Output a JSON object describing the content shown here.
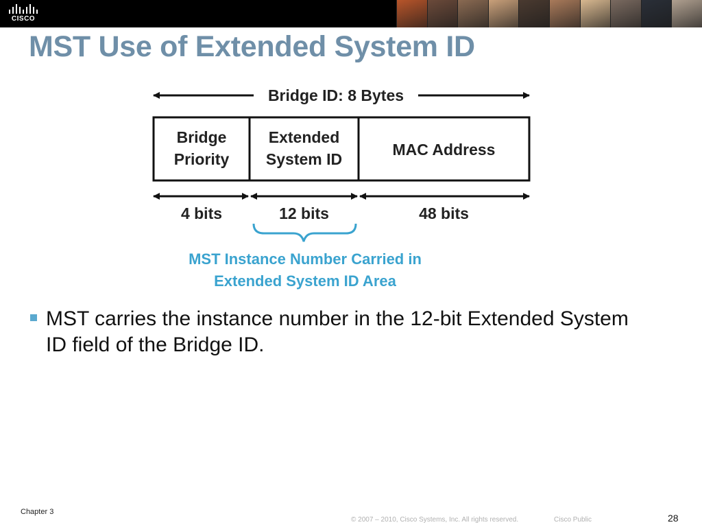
{
  "header": {
    "logo_text": "CISCO",
    "photo_colors": [
      "#b8552a",
      "#6b4a3a",
      "#8a6a52",
      "#c9a07a",
      "#4a3a30",
      "#a97a5a",
      "#d8b890",
      "#7a6a60",
      "#2a2f38",
      "#b0a090"
    ]
  },
  "slide": {
    "title": "MST Use of Extended System ID"
  },
  "diagram": {
    "top_label": "Bridge ID: 8 Bytes",
    "fields": [
      {
        "line1": "Bridge",
        "line2": "Priority",
        "bits": "4 bits"
      },
      {
        "line1": "Extended",
        "line2": "System ID",
        "bits": "12 bits"
      },
      {
        "line1": "MAC Address",
        "line2": "",
        "bits": "48 bits"
      }
    ],
    "note_line1": "MST Instance Number Carried in",
    "note_line2": "Extended System ID Area",
    "note_color": "#3aa3cf"
  },
  "bullets": [
    {
      "text": "MST carries the instance number in the 12-bit Extended System ID field of the Bridge ID."
    }
  ],
  "footer": {
    "chapter": "Chapter 3",
    "copyright": "© 2007 – 2010, Cisco Systems, Inc. All rights reserved.",
    "classification": "Cisco Public",
    "page_number": "28"
  }
}
